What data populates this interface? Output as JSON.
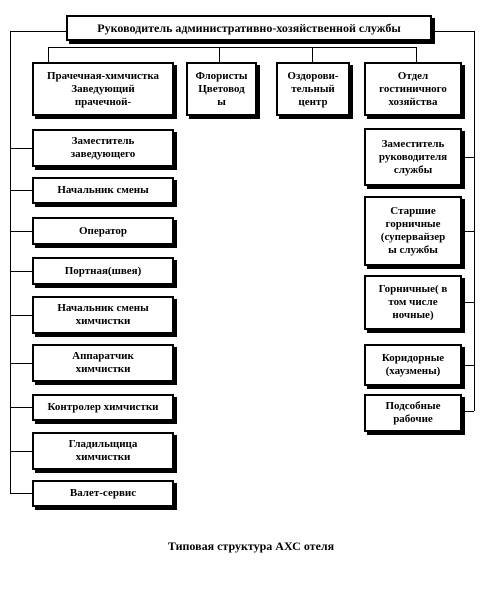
{
  "chart": {
    "root": "Руководитель административно-хозяйственной службы",
    "departments": {
      "laundry": "Прачечная-химчистка\nЗаведующий\nпрачечной-",
      "florists": "Флористы\nЦветовод\nы",
      "health": "Оздорови-\nтельный\nцентр",
      "housekeeping": "Отдел\nгостиничного\nхозяйства"
    },
    "left_column": [
      "Заместитель\nзаведующего",
      "Начальник смены",
      "Оператор",
      "Портная(швея)",
      "Начальник смены\nхимчистки",
      "Аппаратчик\nхимчистки",
      "Контролер химчистки",
      "Гладильщица\nхимчистки",
      "Валет-сервис"
    ],
    "right_column": [
      "Заместитель\nруководителя\nслужбы",
      "Старшие\nгорничные\n(супервайзер\nы службы",
      "Горничные( в\nтом числе\nночные)",
      "Коридорные\n(хаузмены)",
      "Подсобные\nрабочие"
    ]
  },
  "caption": "Типовая структура АХС отеля"
}
